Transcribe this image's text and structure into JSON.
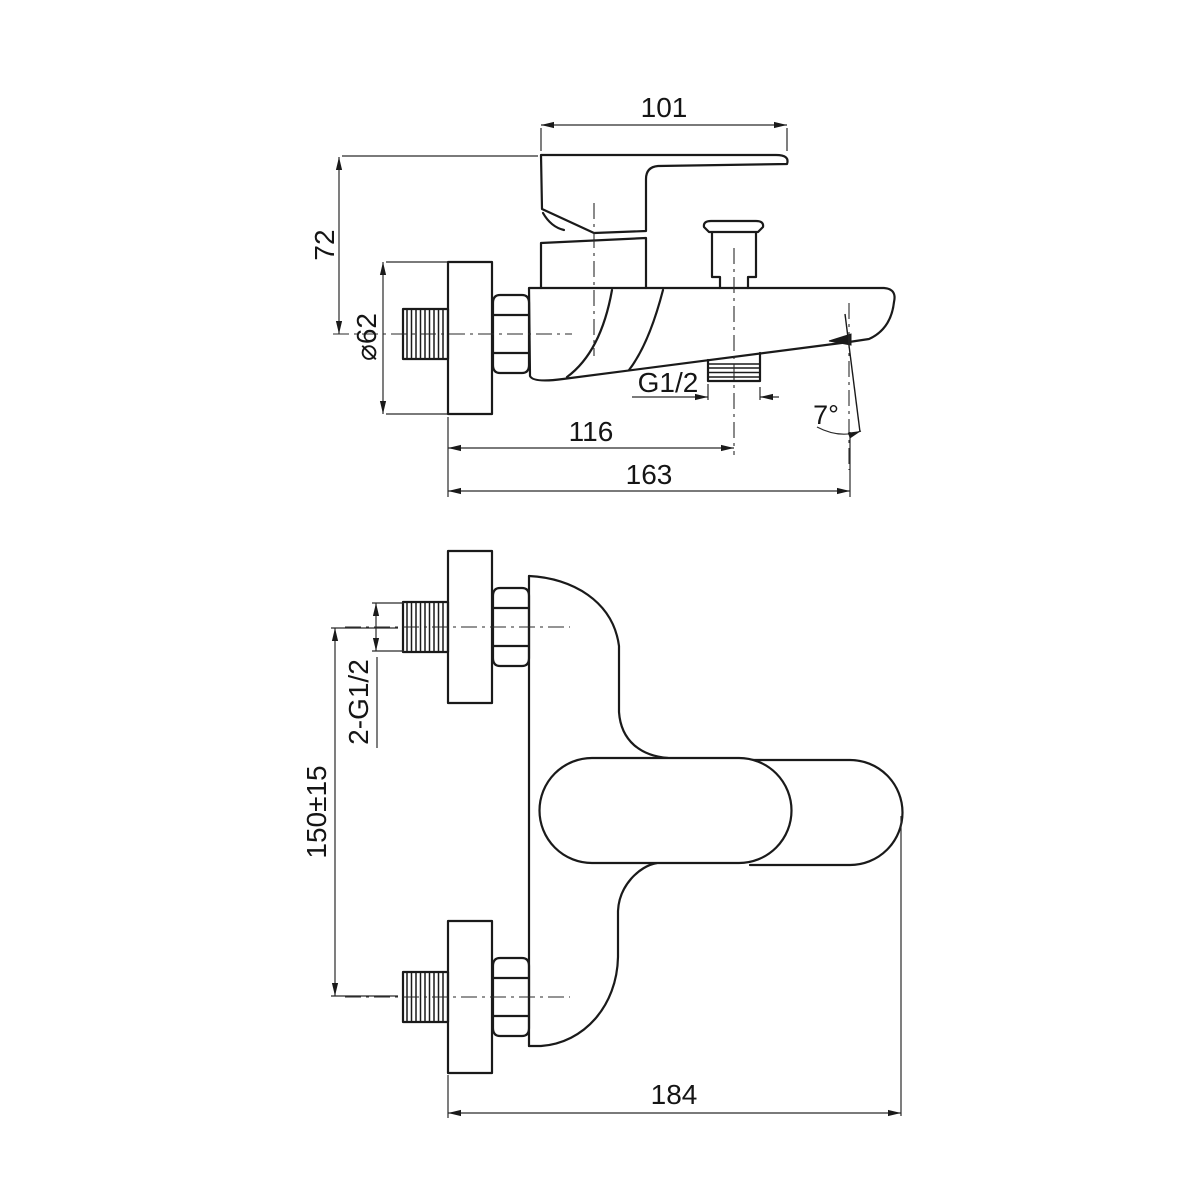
{
  "drawing": {
    "background": "#ffffff",
    "line_color": "#1a1a1a",
    "side_view": {
      "handle_length": "101",
      "handle_height": "72",
      "escutcheon_diameter": "⌀62",
      "shower_outlet_thread": "G1/2",
      "outlet_center_distance": "116",
      "spout_reach": "163",
      "spout_angle": "7°"
    },
    "front_view": {
      "inlet_thread": "2-G1/2",
      "inlet_spacing": "150±15",
      "overall_width": "184"
    }
  }
}
